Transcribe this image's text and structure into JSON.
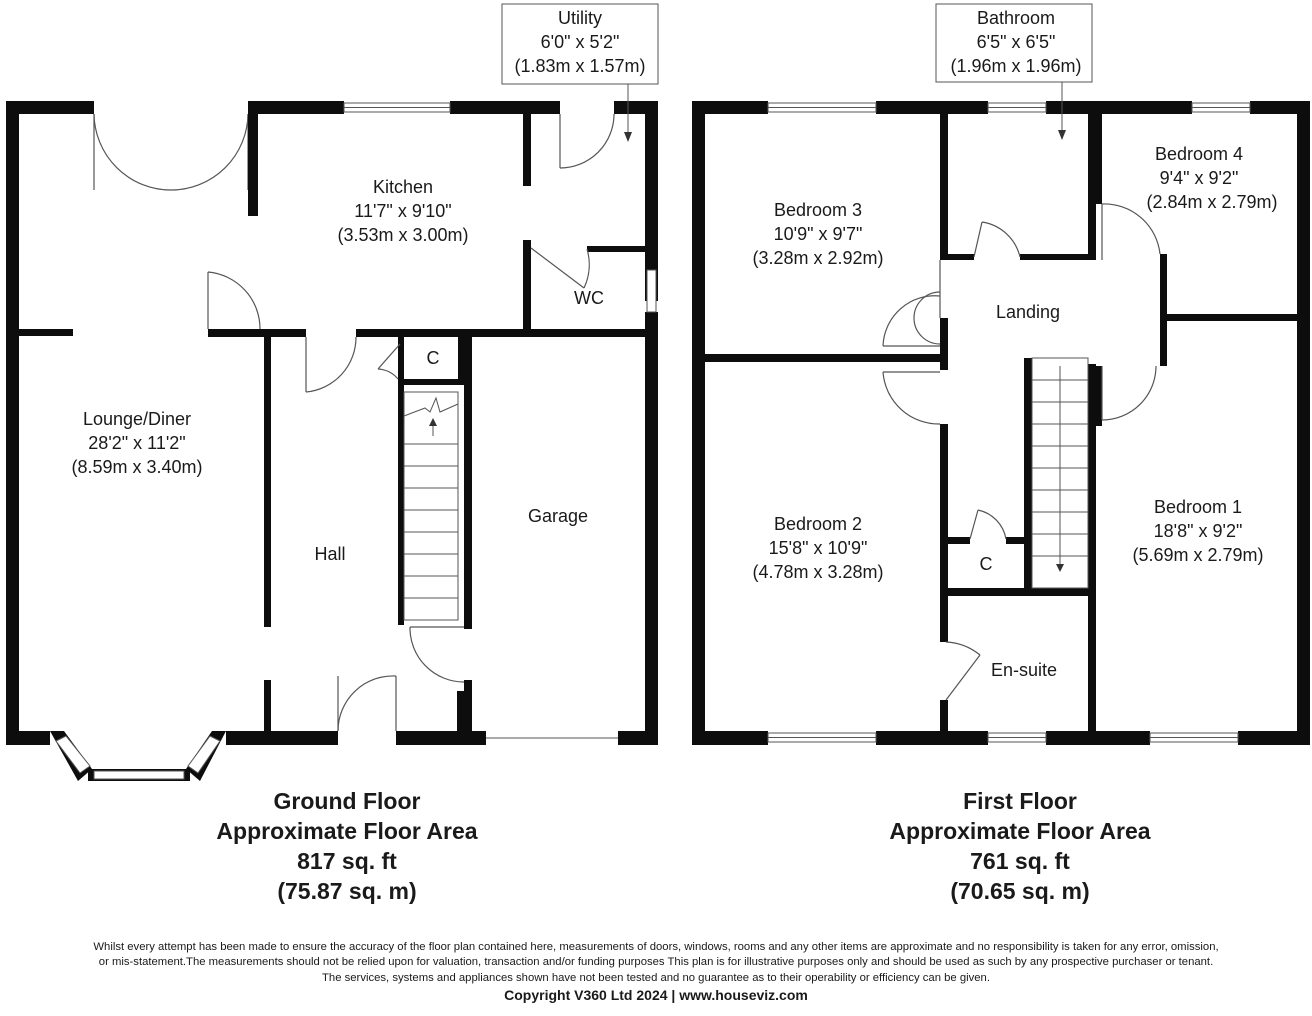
{
  "rooms": {
    "utility": {
      "name": "Utility",
      "dim_imperial": "6'0\" x 5'2\"",
      "dim_metric": "(1.83m x 1.57m)"
    },
    "kitchen": {
      "name": "Kitchen",
      "dim_imperial": "11'7\" x 9'10\"",
      "dim_metric": "(3.53m x 3.00m)"
    },
    "wc": {
      "name": "WC"
    },
    "cupboard_ground": {
      "name": "C"
    },
    "lounge": {
      "name": "Lounge/Diner",
      "dim_imperial": "28'2\" x 11'2\"",
      "dim_metric": "(8.59m x 3.40m)"
    },
    "hall": {
      "name": "Hall"
    },
    "garage": {
      "name": "Garage"
    },
    "bathroom": {
      "name": "Bathroom",
      "dim_imperial": "6'5\" x 6'5\"",
      "dim_metric": "(1.96m x 1.96m)"
    },
    "bedroom3": {
      "name": "Bedroom 3",
      "dim_imperial": "10'9\" x 9'7\"",
      "dim_metric": "(3.28m x 2.92m)"
    },
    "bedroom4": {
      "name": "Bedroom 4",
      "dim_imperial": "9'4\" x 9'2\"",
      "dim_metric": "(2.84m x 2.79m)"
    },
    "landing": {
      "name": "Landing"
    },
    "bedroom2": {
      "name": "Bedroom 2",
      "dim_imperial": "15'8\" x 10'9\"",
      "dim_metric": "(4.78m x 3.28m)"
    },
    "cupboard_first": {
      "name": "C"
    },
    "ensuite": {
      "name": "En-suite"
    },
    "bedroom1": {
      "name": "Bedroom 1",
      "dim_imperial": "18'8\" x 9'2\"",
      "dim_metric": "(5.69m x 2.79m)"
    }
  },
  "ground_floor": {
    "title": "Ground Floor",
    "subtitle": "Approximate Floor Area",
    "area_sqft": "817 sq. ft",
    "area_sqm": "(75.87 sq. m)"
  },
  "first_floor": {
    "title": "First Floor",
    "subtitle": "Approximate Floor Area",
    "area_sqft": "761 sq. ft",
    "area_sqm": "(70.65 sq. m)"
  },
  "disclaimer": {
    "line1": "Whilst every attempt has been made to ensure the accuracy of the floor plan contained here, measurements of doors, windows, rooms and any other items are approximate and no responsibility is taken for any error, omission,",
    "line2": "or mis-statement.The measurements should not be relied upon for valuation, transaction and/or funding purposes This plan is for illustrative purposes only and should be used as such by any prospective purchaser or tenant.",
    "line3": "The services, systems and appliances shown have not been tested and no guarantee as to their operability or efficiency can be given.",
    "copyright": "Copyright V360 Ltd 2024 | www.houseviz.com"
  },
  "colors": {
    "wall": "#0d0d0d",
    "text": "#1a1a1a",
    "callout_border": "#555555"
  }
}
